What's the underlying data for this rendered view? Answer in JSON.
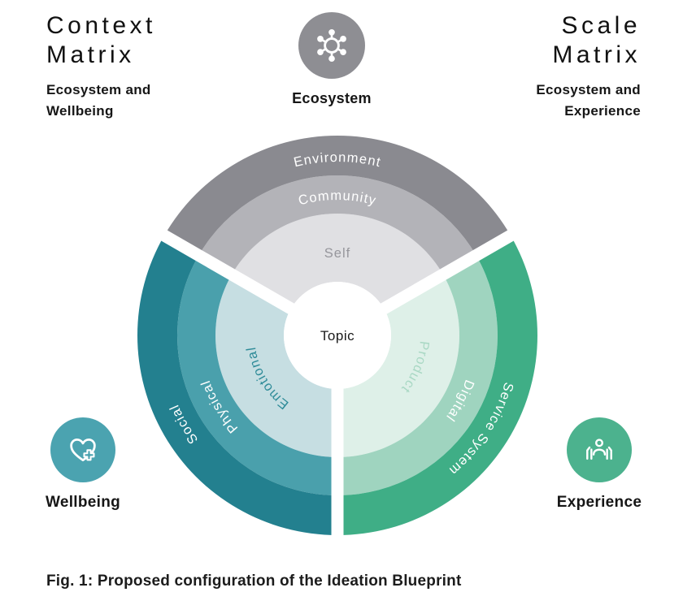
{
  "context_matrix": {
    "title_line1": "Context",
    "title_line2": "Matrix",
    "subtitle_line1": "Ecosystem and",
    "subtitle_line2": "Wellbeing"
  },
  "scale_matrix": {
    "title_line1": "Scale",
    "title_line2": "Matrix",
    "subtitle_line1": "Ecosystem and",
    "subtitle_line2": "Experience"
  },
  "badges": {
    "ecosystem": {
      "label": "Ecosystem",
      "color": "#8e8e93",
      "icon": "molecule-network-icon"
    },
    "wellbeing": {
      "label": "Wellbeing",
      "color": "#4ba3b0",
      "icon": "heart-cross-icon"
    },
    "experience": {
      "label": "Experience",
      "color": "#4cb28e",
      "icon": "hands-person-icon"
    }
  },
  "caption": "Fig. 1: Proposed configuration of the Ideation Blueprint",
  "diagram": {
    "type": "radial-sector-diagram",
    "center_label": "Topic",
    "radii": {
      "hub": 66,
      "inner": 150,
      "middle": 197,
      "outer": 246
    },
    "separator_angles_deg": [
      60,
      180,
      300
    ],
    "separator_width": 15,
    "sectors": [
      {
        "name": "ecosystem",
        "start_deg": -60,
        "end_deg": 60,
        "rings": [
          {
            "level": "inner",
            "label": "Self",
            "color": "#e0e0e3",
            "text_color": "#96969c",
            "curved": false,
            "label_angle_deg": 0
          },
          {
            "level": "middle",
            "label": "Community",
            "color": "#b3b3b8",
            "text_color": "#ffffff",
            "curved": true,
            "label_angle_deg": 0
          },
          {
            "level": "outer",
            "label": "Environment",
            "color": "#8a8a90",
            "text_color": "#ffffff",
            "curved": true,
            "label_angle_deg": 0
          }
        ]
      },
      {
        "name": "experience",
        "start_deg": 60,
        "end_deg": 180,
        "rings": [
          {
            "level": "inner",
            "label": "Product",
            "color": "#def0e8",
            "text_color": "#a9d8c4",
            "curved": true,
            "label_angle_deg": 112
          },
          {
            "level": "middle",
            "label": "Digital",
            "color": "#9fd4bf",
            "text_color": "#ffffff",
            "curved": true,
            "label_angle_deg": 118
          },
          {
            "level": "outer",
            "label": "Service System",
            "color": "#3fae86",
            "text_color": "#ffffff",
            "curved": true,
            "label_angle_deg": 123
          }
        ]
      },
      {
        "name": "wellbeing",
        "start_deg": 180,
        "end_deg": 300,
        "rings": [
          {
            "level": "inner",
            "label": "Emotional",
            "color": "#c6dee2",
            "text_color": "#2e8b98",
            "curved": true,
            "label_angle_deg": 239
          },
          {
            "level": "middle",
            "label": "Physical",
            "color": "#4aa0ac",
            "text_color": "#ffffff",
            "curved": true,
            "label_angle_deg": 239
          },
          {
            "level": "outer",
            "label": "Social",
            "color": "#23808f",
            "text_color": "#ffffff",
            "curved": true,
            "label_angle_deg": 240
          }
        ]
      }
    ]
  }
}
